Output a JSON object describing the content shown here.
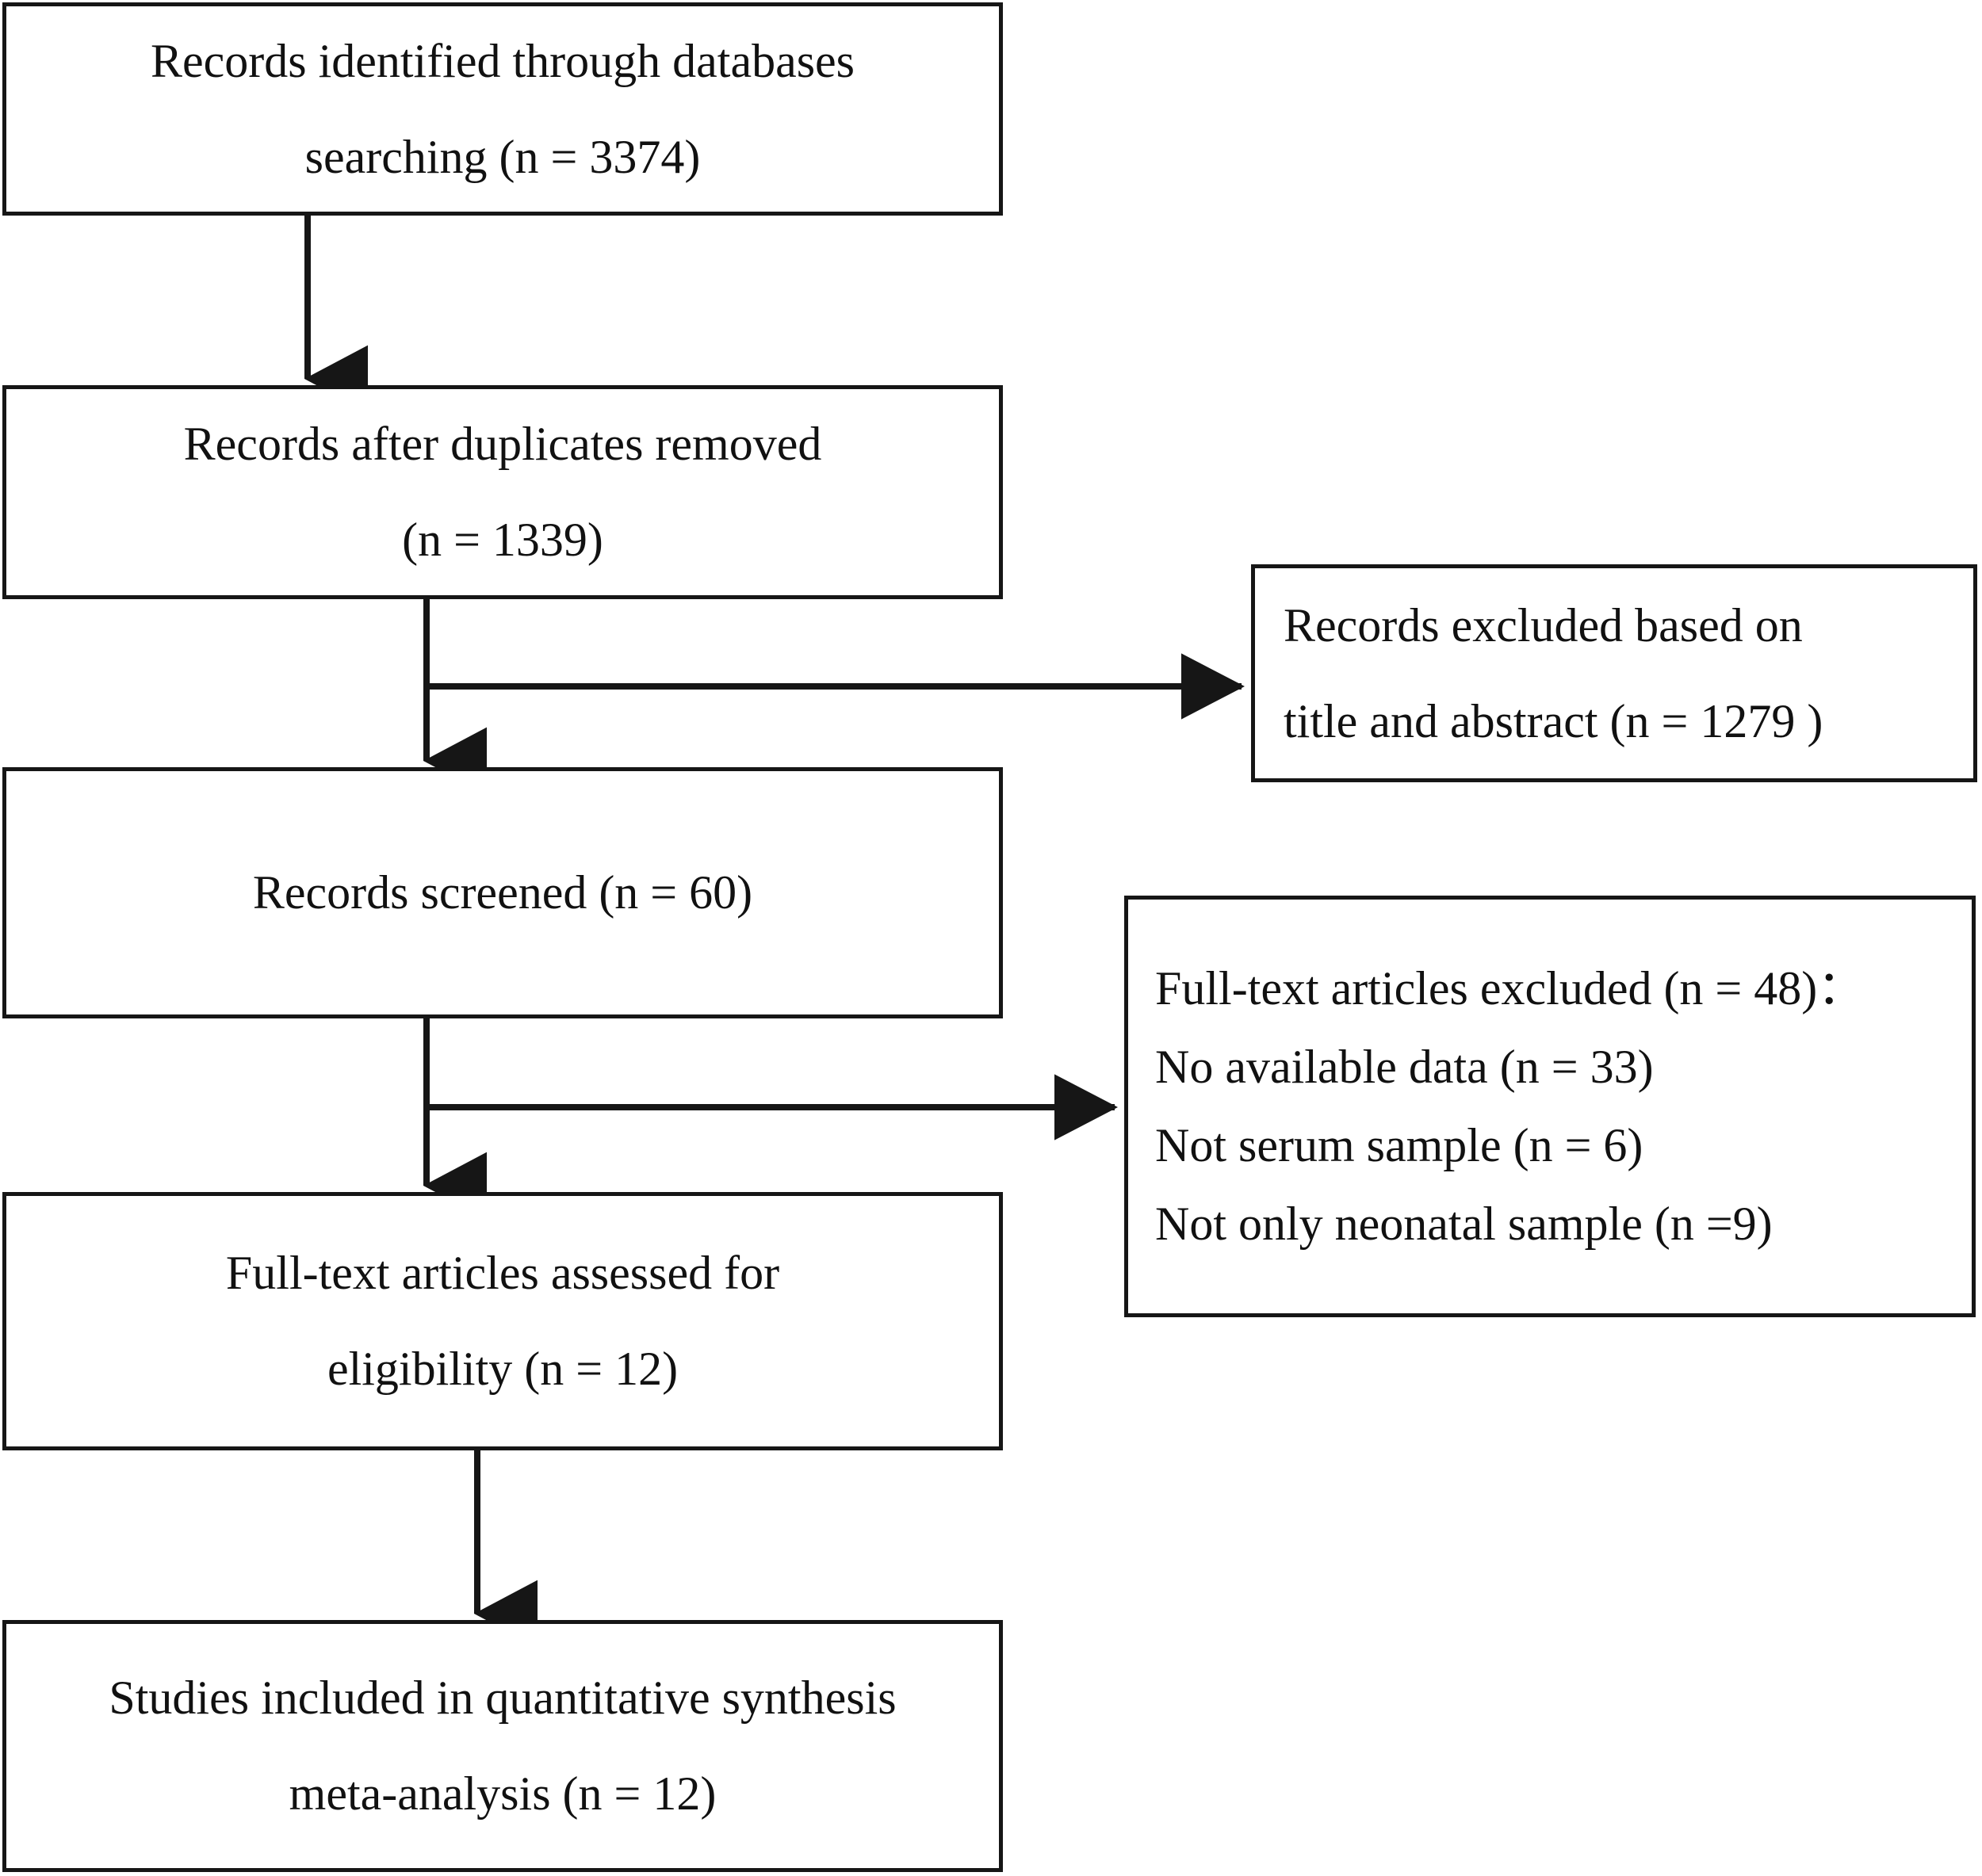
{
  "diagram": {
    "type": "prisma-flow-diagram",
    "title": "PRISMA study selection flow diagram",
    "stroke_color": "#161616",
    "text_color": "#111111",
    "background_color": "#ffffff",
    "boxes": [
      {
        "id": "identification",
        "lines": [
          "Records identified through databases",
          "searching (n = 3374)"
        ],
        "count": 3374,
        "align": "center"
      },
      {
        "id": "duplicates-removed",
        "lines": [
          "Records after duplicates removed",
          "(n = 1339)"
        ],
        "count": 1339,
        "align": "center"
      },
      {
        "id": "records-excluded",
        "lines": [
          "Records excluded based on",
          "title and abstract (n = 1279  )"
        ],
        "count": 1279,
        "align": "left"
      },
      {
        "id": "records-screened",
        "lines": [
          "Records screened (n = 60)"
        ],
        "count": 60,
        "align": "center"
      },
      {
        "id": "fulltext-excluded",
        "lines": [
          "Full-text articles excluded (n = 48)：",
          "No available data (n = 33)",
          "Not serum sample (n = 6)",
          "Not only neonatal sample (n =9)"
        ],
        "count": 48,
        "breakdown": [
          {
            "reason": "No available data",
            "n": 33
          },
          {
            "reason": "Not serum sample",
            "n": 6
          },
          {
            "reason": "Not only neonatal sample",
            "n": 9
          }
        ],
        "align": "left"
      },
      {
        "id": "eligibility",
        "lines": [
          "Full-text articles assessed for",
          "eligibility (n = 12)"
        ],
        "count": 12,
        "align": "center"
      },
      {
        "id": "included",
        "lines": [
          "Studies included in quantitative synthesis",
          "meta-analysis (n = 12)"
        ],
        "count": 12,
        "align": "center"
      }
    ],
    "connectors": [
      {
        "id": "identification-to-duplicates",
        "kind": "down-arrow"
      },
      {
        "id": "duplicates-to-screened",
        "kind": "down-arrow"
      },
      {
        "id": "duplicates-to-records-excluded",
        "kind": "right-arrow"
      },
      {
        "id": "screened-to-eligibility",
        "kind": "down-arrow"
      },
      {
        "id": "screened-to-fulltext-excluded",
        "kind": "right-arrow"
      },
      {
        "id": "eligibility-to-included",
        "kind": "down-arrow"
      }
    ]
  },
  "box_text": {
    "identification": {
      "l0": "Records identified through databases",
      "l1": "searching (n = 3374)"
    },
    "duplicates": {
      "l0": "Records after duplicates removed",
      "l1": "(n = 1339)"
    },
    "records_excluded": {
      "l0": "Records excluded based on",
      "l1": "title and abstract (n = 1279  )"
    },
    "screened": {
      "l0": "Records screened (n = 60)"
    },
    "fulltext_excluded": {
      "l0": "Full-text articles excluded (n = 48)：",
      "l1": "No available data (n = 33)",
      "l2": "Not serum sample (n = 6)",
      "l3": "Not only neonatal sample (n =9)"
    },
    "eligibility": {
      "l0": "Full-text articles assessed for",
      "l1": "eligibility (n = 12)"
    },
    "included": {
      "l0": "Studies included in quantitative synthesis",
      "l1": "meta-analysis (n = 12)"
    }
  }
}
